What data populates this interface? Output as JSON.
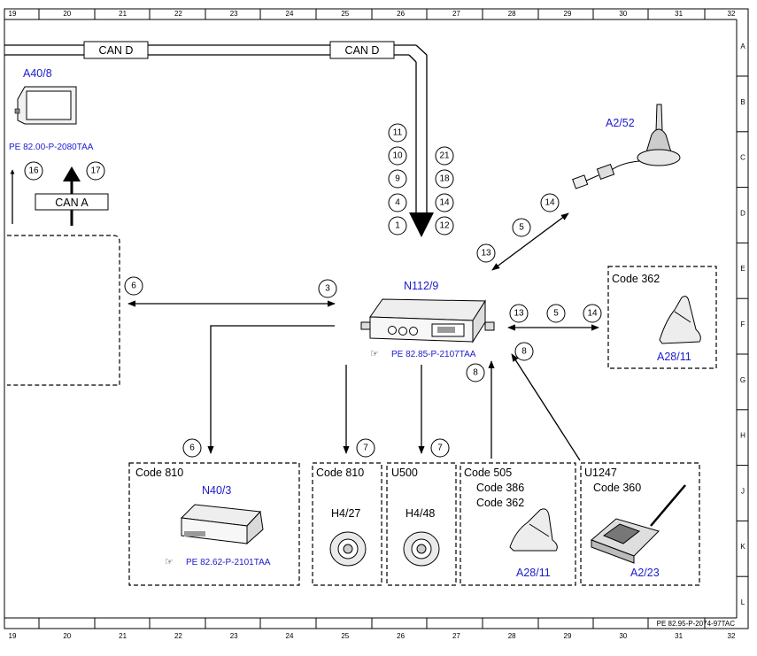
{
  "grid": {
    "columns": [
      "19",
      "20",
      "21",
      "22",
      "23",
      "24",
      "25",
      "26",
      "27",
      "28",
      "29",
      "30",
      "31",
      "32"
    ],
    "rows": [
      "A",
      "B",
      "C",
      "D",
      "E",
      "F",
      "G",
      "H",
      "J",
      "K",
      "L"
    ]
  },
  "footer_code": "PE 82.95-P-2074-97TAC",
  "bus_labels": {
    "can_d_1": "CAN D",
    "can_d_2": "CAN D",
    "can_a": "CAN A"
  },
  "components": {
    "a40_8": {
      "id": "A40/8",
      "ref": "PE 82.00-P-2080TAA"
    },
    "a2_52": {
      "id": "A2/52"
    },
    "n112_9": {
      "id": "N112/9",
      "ref": "PE 82.85-P-2107TAA"
    },
    "a28_11_right": {
      "id": "A28/11",
      "code": "Code 362"
    },
    "n40_3": {
      "id": "N40/3",
      "code": "Code 810",
      "ref": "PE 82.62-P-2101TAA"
    },
    "h4_27": {
      "id": "H4/27",
      "code": "Code 810"
    },
    "h4_48": {
      "id": "H4/48",
      "code": "U500"
    },
    "a28_11_bottom": {
      "id": "A28/11",
      "code1": "Code 505",
      "code2": "Code 386",
      "code3": "Code 362"
    },
    "a2_23": {
      "id": "A2/23",
      "code1": "U1247",
      "code2": "Code 360"
    }
  },
  "signals": {
    "s16": "16",
    "s17": "17",
    "left_col": [
      "11",
      "10",
      "9",
      "4",
      "1"
    ],
    "right_col": [
      "21",
      "18",
      "14",
      "12"
    ],
    "ant_14": "14",
    "ant_5": "5",
    "ant_13": "13",
    "left_6": "6",
    "left_3": "3",
    "right_13": "13",
    "right_5": "5",
    "right_14": "14",
    "up_8a": "8",
    "up_8b": "8",
    "down_6": "6",
    "down_7a": "7",
    "down_7b": "7"
  }
}
